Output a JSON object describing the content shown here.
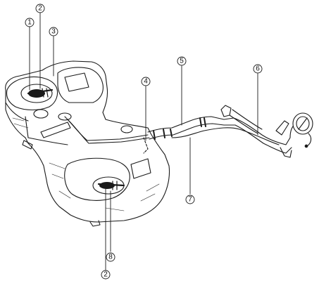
{
  "diagram": {
    "callouts": [
      {
        "id": "c1",
        "label": "1"
      },
      {
        "id": "c2a",
        "label": "2"
      },
      {
        "id": "c3",
        "label": "3"
      },
      {
        "id": "c4",
        "label": "4"
      },
      {
        "id": "c5",
        "label": "5"
      },
      {
        "id": "c6",
        "label": "6"
      },
      {
        "id": "c7",
        "label": "7"
      },
      {
        "id": "c8",
        "label": "8"
      },
      {
        "id": "c2b",
        "label": "2"
      }
    ]
  }
}
